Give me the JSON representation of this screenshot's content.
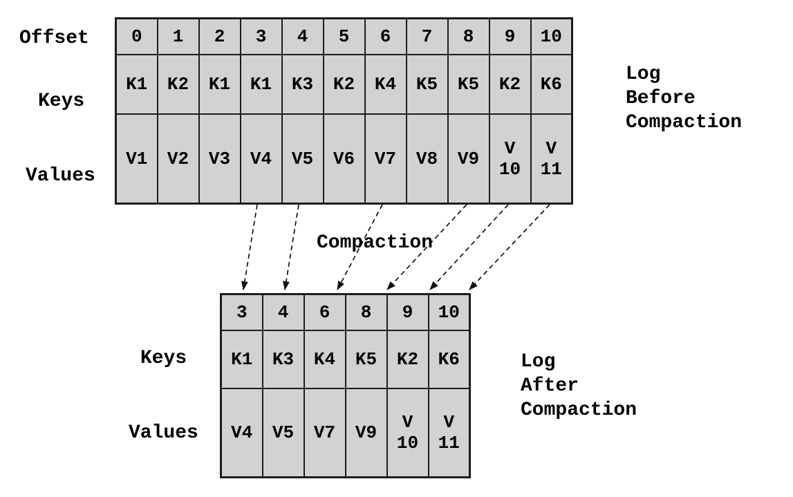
{
  "colors": {
    "background": "#ffffff",
    "cell_fill": "#d2d2d2",
    "border": "#1c1c1c",
    "text": "#000000"
  },
  "before": {
    "row_labels": {
      "offset": "Offset",
      "keys": "Keys",
      "values": "Values"
    },
    "side_label_lines": [
      "Log",
      "Before",
      "Compaction"
    ],
    "offsets": [
      "0",
      "1",
      "2",
      "3",
      "4",
      "5",
      "6",
      "7",
      "8",
      "9",
      "10"
    ],
    "keys": [
      "K1",
      "K2",
      "K1",
      "K1",
      "K3",
      "K2",
      "K4",
      "K5",
      "K5",
      "K2",
      "K6"
    ],
    "values": [
      "V1",
      "V2",
      "V3",
      "V4",
      "V5",
      "V6",
      "V7",
      "V8",
      "V9",
      "V\n10",
      "V\n11"
    ]
  },
  "compaction": {
    "label": "Compaction",
    "retained_offsets": [
      "3",
      "4",
      "6",
      "8",
      "9",
      "10"
    ]
  },
  "after": {
    "row_labels": {
      "keys": "Keys",
      "values": "Values"
    },
    "side_label_lines": [
      "Log",
      "After",
      "Compaction"
    ],
    "offsets": [
      "3",
      "4",
      "6",
      "8",
      "9",
      "10"
    ],
    "keys": [
      "K1",
      "K3",
      "K4",
      "K5",
      "K2",
      "K6"
    ],
    "values": [
      "V4",
      "V5",
      "V7",
      "V9",
      "V\n10",
      "V\n11"
    ]
  }
}
